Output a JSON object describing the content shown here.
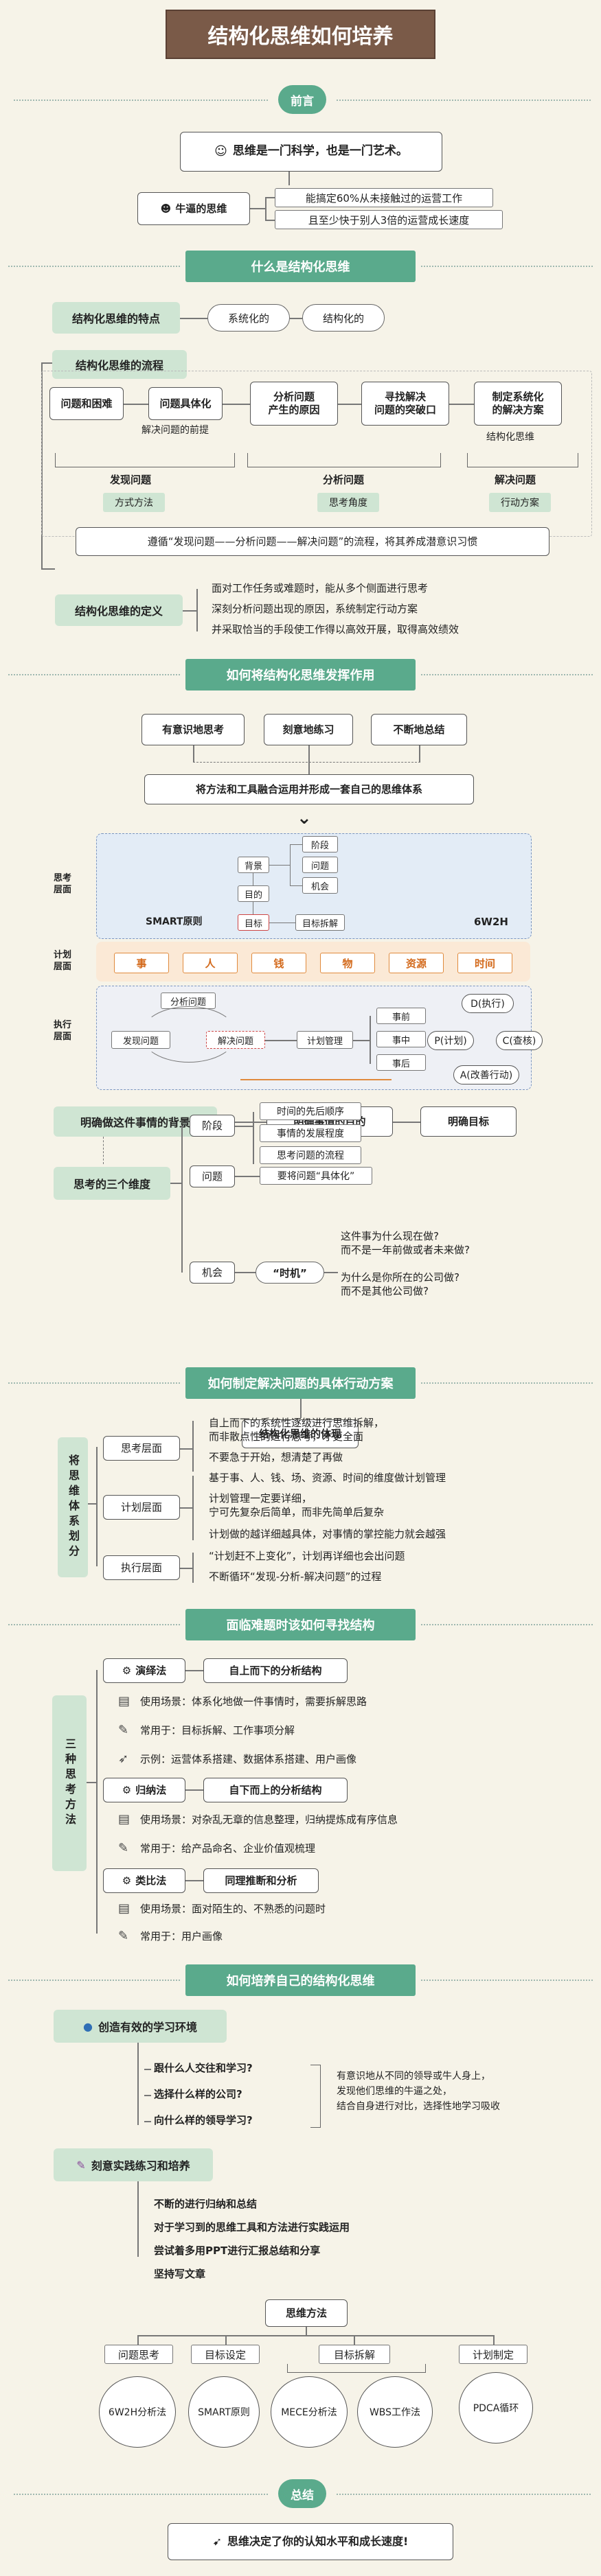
{
  "title": "结构化思维如何培养",
  "preface": {
    "label": "前言",
    "quote": "思维是一门科学，也是一门艺术。",
    "niu": "牛逼的思维",
    "niu_points": [
      "能搞定60%从未接触过的运营工作",
      "且至少快于别人3倍的运营成长速度"
    ]
  },
  "s1": {
    "banner": "什么是结构化思维",
    "feature_label": "结构化思维的特点",
    "features": [
      "系统化的",
      "结构化的"
    ],
    "flow_label": "结构化思维的流程",
    "flow": [
      "问题和困难",
      "问题具体化",
      "分析问题\n产生的原因",
      "寻找解决\n问题的突破口",
      "制定系统化\n的解决方案"
    ],
    "flow_sub": [
      "解决问题的前提",
      "结构化思维"
    ],
    "phases": [
      {
        "name": "发现问题",
        "tag": "方式方法"
      },
      {
        "name": "分析问题",
        "tag": "思考角度"
      },
      {
        "name": "解决问题",
        "tag": "行动方案"
      }
    ],
    "follow": "遵循“发现问题——分析问题——解决问题”的流程，将其养成潜意识习惯",
    "def_label": "结构化思维的定义",
    "defs": [
      "面对工作任务或难题时，能从多个侧面进行思考",
      "深刻分析问题出现的原因，系统制定行动方案",
      "并采取恰当的手段使工作得以高效开展，取得高效绩效"
    ]
  },
  "s2": {
    "banner": "如何将结构化思维发挥作用",
    "tops": [
      "有意识地思考",
      "刻意地练习",
      "不断地总结"
    ],
    "merge": "将方法和工具融合运用并形成一套自己的思维体系",
    "think_label": "思考\n层面",
    "plan_label": "计划\n层面",
    "exec_label": "执行\n层面",
    "tree": [
      "背景",
      "目的",
      "目标",
      "阶段",
      "问题",
      "机会",
      "目标拆解"
    ],
    "smart": "SMART原则",
    "w2h": "6W2H",
    "plan_items": [
      "事",
      "人",
      "钱",
      "物",
      "资源",
      "时间"
    ],
    "exec": [
      "分析问题",
      "发现问题",
      "解决问题",
      "计划管理",
      "事前",
      "事中",
      "事后",
      "D(执行)",
      "P(计划)",
      "C(查核)",
      "A(改善行动)"
    ],
    "clarify": [
      "明确做这件事情的背景",
      "明确事情的目的",
      "明确目标"
    ],
    "dim_label": "思考的三个维度",
    "dims": [
      {
        "name": "阶段",
        "items": [
          "时间的先后顺序",
          "事情的发展程度",
          "思考问题的流程"
        ]
      },
      {
        "name": "问题",
        "items": [
          "要将问题“具体化”"
        ]
      },
      {
        "name": "机会",
        "items": [
          "“时机”"
        ]
      }
    ],
    "chance": [
      "这件事为什么现在做?",
      "而不是一年前做或者未来做?",
      "为什么是你所在的公司做?",
      "而不是其他公司做?"
    ]
  },
  "s3": {
    "banner": "如何制定解决问题的具体行动方案",
    "embody": "结构化思维的体现",
    "sys_label": "将思维体系划分",
    "levels": [
      {
        "name": "思考层面",
        "lines": [
          "自上而下的系统性逐级进行思维拆解，",
          "而非散点性的进行思考，才更全面",
          "不要急于开始，想清楚了再做"
        ]
      },
      {
        "name": "计划层面",
        "lines": [
          "基于事、人、钱、场、资源、时间的维度做计划管理",
          "计划管理一定要详细，",
          "宁可先复杂后简单，而非先简单后复杂",
          "计划做的越详细越具体，对事情的掌控能力就会越强"
        ]
      },
      {
        "name": "执行层面",
        "lines": [
          "“计划赶不上变化”，计划再详细也会出问题",
          "不断循环“发现-分析-解决问题”的过程"
        ]
      }
    ]
  },
  "s4": {
    "banner": "面临难题时该如何寻找结构",
    "side": "三种思考方法",
    "methods": [
      {
        "name": "演绎法",
        "desc": "自上而下的分析结构",
        "rows": [
          "使用场景：体系化地做一件事情时，需要拆解思路",
          "常用于：目标拆解、工作事项分解",
          "示例：运营体系搭建、数据体系搭建、用户画像"
        ]
      },
      {
        "name": "归纳法",
        "desc": "自下而上的分析结构",
        "rows": [
          "使用场景：对杂乱无章的信息整理，归纳提炼成有序信息",
          "常用于：给产品命名、企业价值观梳理"
        ]
      },
      {
        "name": "类比法",
        "desc": "同理推断和分析",
        "rows": [
          "使用场景：面对陌生的、不熟悉的问题时",
          "常用于：用户画像"
        ]
      }
    ]
  },
  "s5": {
    "banner": "如何培养自己的结构化思维",
    "env_label": "创造有效的学习环境",
    "env_q": [
      "跟什么人交往和学习?",
      "选择什么样的公司?",
      "向什么样的领导学习?"
    ],
    "env_note": [
      "有意识地从不同的领导或牛人身上，",
      "发现他们思维的牛逼之处，",
      "结合自身进行对比，选择性地学习吸收"
    ],
    "practice_label": "刻意实践练习和培养",
    "practice": [
      "不断的进行归纳和总结",
      "对于学习到的思维工具和方法进行实践运用",
      "尝试着多用PPT进行汇报总结和分享",
      "坚持写文章"
    ],
    "methods_title": "思维方法",
    "cats": [
      "问题思考",
      "目标设定",
      "目标拆解",
      "计划制定"
    ],
    "tools": [
      "6W2H分析法",
      "SMART原则",
      "MECE分析法",
      "WBS工作法",
      "PDCA循环"
    ]
  },
  "summary": {
    "label": "总结",
    "text": "思维决定了你的认知水平和成长速度!"
  },
  "colors": {
    "banner": "#5aaa8c",
    "green": "#cfe5d3",
    "title_bg": "#7a5a48",
    "orange": "#d36a1c",
    "blue_zone": "#e3ecf6"
  }
}
